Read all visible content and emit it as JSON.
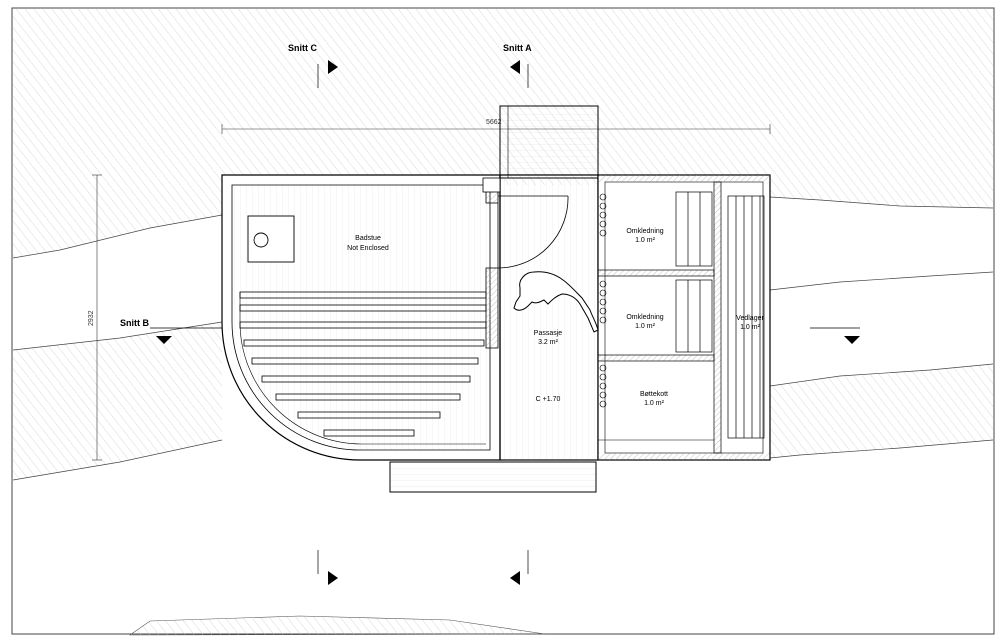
{
  "sections": {
    "a": "Snitt A",
    "b": "Snitt B",
    "c": "Snitt C"
  },
  "dimensions": {
    "width": "5662",
    "depth": "2932"
  },
  "rooms": {
    "badstue": {
      "name": "Badstue",
      "sub": "Not Enclosed"
    },
    "passasje": {
      "name": "Passasje",
      "area": "3.2 m²"
    },
    "level": "C +1.70",
    "omkledning1": {
      "name": "Omkledning",
      "area": "1.0 m²"
    },
    "omkledning2": {
      "name": "Omkledning",
      "area": "1.0 m²"
    },
    "battekott": {
      "name": "Bøttekott",
      "area": "1.0 m²"
    },
    "vedlager": {
      "name": "Vedlager",
      "area": "1.0 m²"
    }
  },
  "colors": {
    "line": "#000000",
    "hatch": "#d0d0d0",
    "background": "#ffffff"
  }
}
